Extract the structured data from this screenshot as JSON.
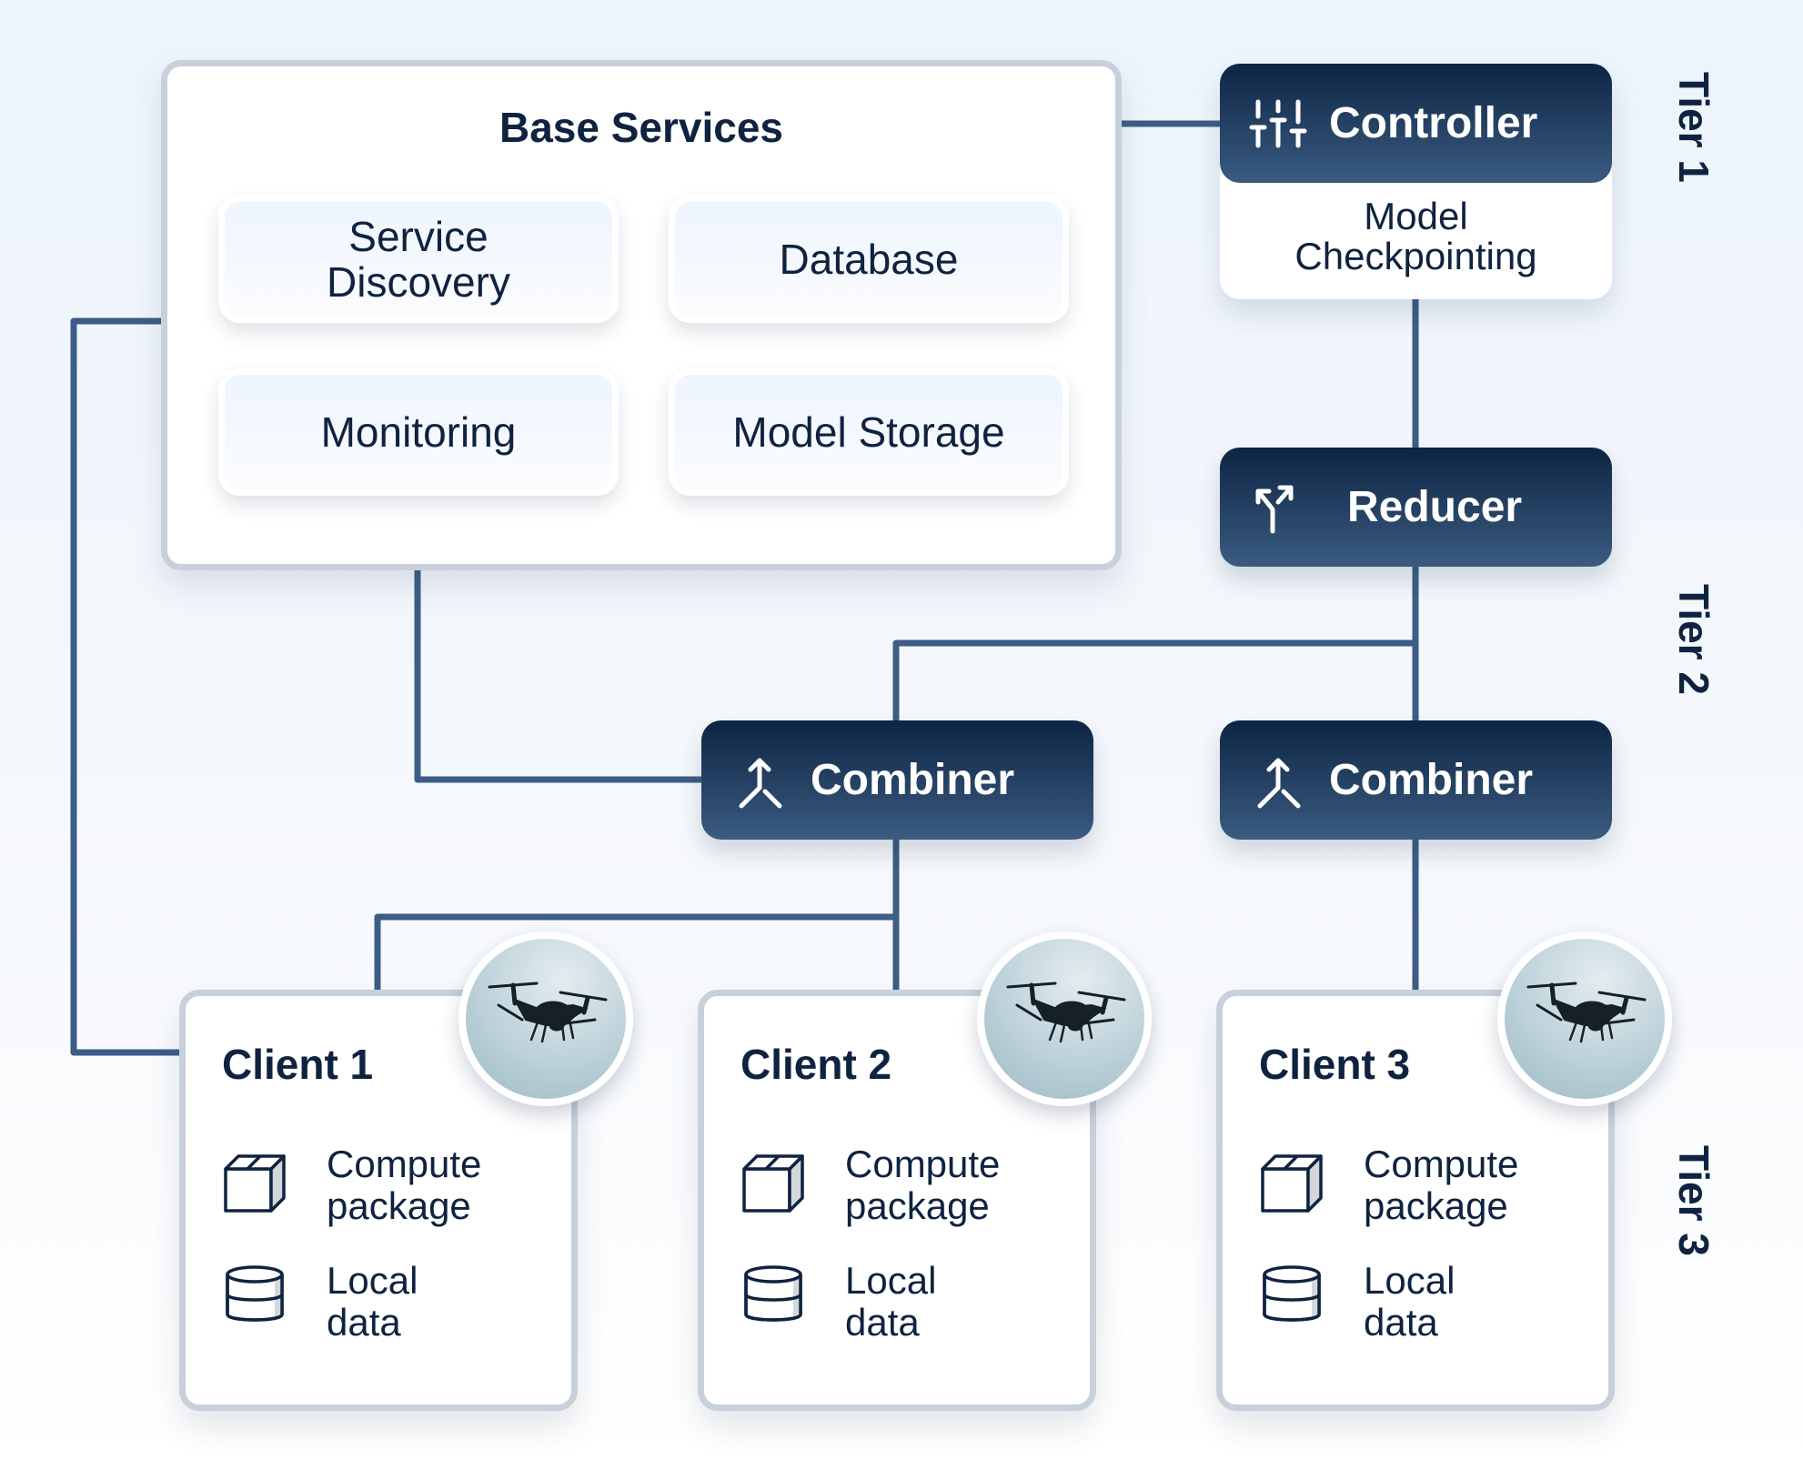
{
  "base_services": {
    "title": "Base Services",
    "items": [
      {
        "label": "Service Discovery"
      },
      {
        "label": "Database"
      },
      {
        "label": "Monitoring"
      },
      {
        "label": "Model Storage"
      }
    ]
  },
  "controller": {
    "label": "Controller",
    "icon": "sliders-icon",
    "subtitle_line1": "Model",
    "subtitle_line2": "Checkpointing"
  },
  "reducer": {
    "label": "Reducer",
    "icon": "split-icon"
  },
  "combiners": [
    {
      "label": "Combiner",
      "icon": "merge-icon"
    },
    {
      "label": "Combiner",
      "icon": "merge-icon"
    }
  ],
  "clients": [
    {
      "title": "Client 1",
      "compute_line1": "Compute",
      "compute_line2": "package",
      "data_line1": "Local",
      "data_line2": "data",
      "avatar": "drone-icon"
    },
    {
      "title": "Client 2",
      "compute_line1": "Compute",
      "compute_line2": "package",
      "data_line1": "Local",
      "data_line2": "data",
      "avatar": "drone-icon"
    },
    {
      "title": "Client 3",
      "compute_line1": "Compute",
      "compute_line2": "package",
      "data_line1": "Local",
      "data_line2": "data",
      "avatar": "drone-icon"
    }
  ],
  "tiers": [
    "Tier 1",
    "Tier 2",
    "Tier 3"
  ],
  "colors": {
    "node_dark_top": "#0d2543",
    "node_dark_bottom": "#3b5b81",
    "connector": "#3c5d85",
    "text": "#0f2340",
    "card_border": "#c7d0db",
    "background": "#edf4fc"
  }
}
